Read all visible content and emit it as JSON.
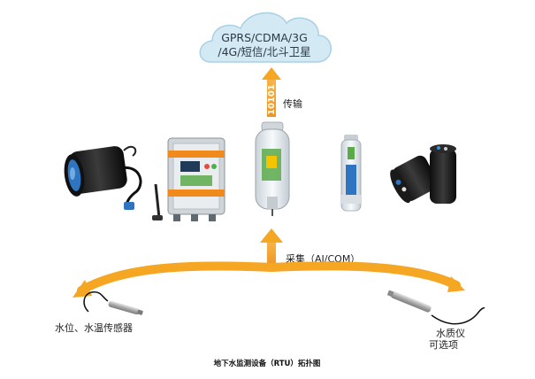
{
  "cloud": {
    "line1": "GPRS/CDMA/3G",
    "line2": "/4G/短信/北斗卫星"
  },
  "transmit": {
    "bits": "10101",
    "label": "传输"
  },
  "collect": {
    "label": "采集（AI/COM）"
  },
  "sensors": {
    "left_label": "水位、水温传感器",
    "right_label_1": "水质仪",
    "right_label_2": "可选项"
  },
  "caption": "地下水监测设备（RTU）拓扑图",
  "colors": {
    "cloud_fill": "#d3e9f4",
    "cloud_stroke": "#a9d0e4",
    "arrow_orange": "#f5a623",
    "device_blue": "#2f74c0",
    "device_orange": "#f08a1c",
    "device_green": "#5aaa4a"
  }
}
